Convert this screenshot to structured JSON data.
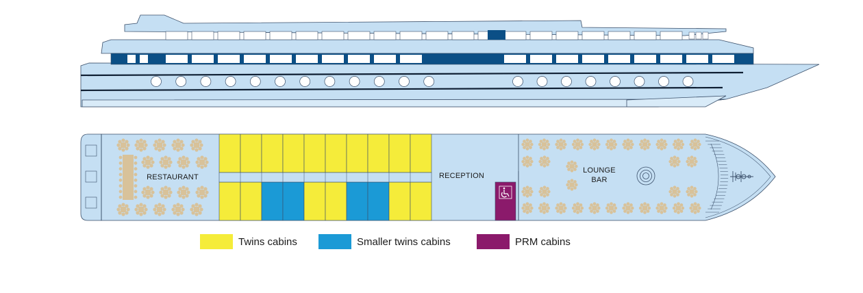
{
  "labels": {
    "restaurant": "RESTAURANT",
    "reception": "RECEPTION",
    "lounge_line1": "LOUNGE",
    "lounge_line2": "BAR"
  },
  "legend": [
    {
      "label": "Twins cabins",
      "color": "#f5ec3a"
    },
    {
      "label": "Smaller twins cabins",
      "color": "#1b9ad6"
    },
    {
      "label": "PRM cabins",
      "color": "#8b1a6b"
    }
  ],
  "colors": {
    "hull": "#c5dff3",
    "stroke": "#3a4f6a",
    "window_dark": "#0b4f86",
    "chair": "#d8c29a",
    "twin": "#f5ec3a",
    "smaller_twin": "#1b9ad6",
    "prm": "#8b1a6b"
  },
  "icons": {
    "prm_cabin": "wheelchair-icon",
    "bow_mark": "anchor-icon"
  }
}
